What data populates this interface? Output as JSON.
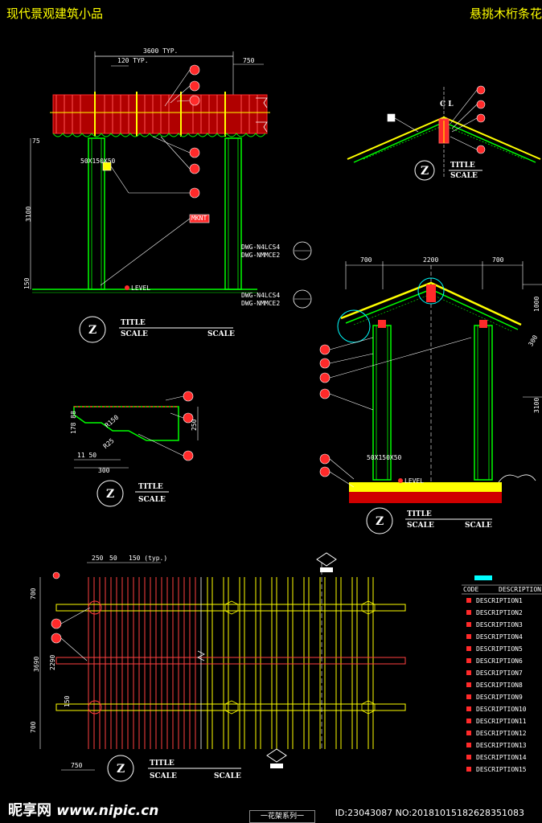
{
  "header": {
    "left_title": "现代景观建筑小品",
    "right_title": "悬挑木桁条花"
  },
  "elevation1": {
    "dim_top": "3600 TYP.",
    "dim_spacing": "120 TYP.",
    "dim_cant": "750",
    "dim_height": "3100",
    "dim_base": "150",
    "dim_side": "75",
    "dim_post": "50X150X50",
    "mark_label": "MKNT",
    "level_label": "LEVEL",
    "title": "TITLE",
    "scale": "SCALE",
    "scale2": "SCALE",
    "sym": "Z"
  },
  "roofdetail": {
    "title": "TITLE",
    "scale": "SCALE",
    "sym": "Z",
    "cl": "C L"
  },
  "section": {
    "dim_700a": "700",
    "dim_2200": "2200",
    "dim_700b": "700",
    "ref1a": "DWG-N4LCS4",
    "ref1b": "DWG-NMMCE2",
    "ref2a": "DWG-N4LCS4",
    "ref2b": "DWG-NMMCE2",
    "dim_post": "50X150X50",
    "level_label": "LEVEL",
    "title": "TITLE",
    "scale": "SCALE",
    "scale2": "SCALE",
    "sym": "Z",
    "side_1000": "1000",
    "side_300": "300",
    "side_3100": "3100"
  },
  "beamdetail": {
    "dim_250": "250",
    "dim_300": "300",
    "dim_1150": "11 50",
    "dim_178": "178 88",
    "dim_r": "R150",
    "dim_r2": "R25",
    "title": "TITLE",
    "scale": "SCALE",
    "sym": "Z"
  },
  "plan": {
    "dim_250": "250",
    "dim_50": "50",
    "dim_150": "150 (typ.)",
    "dim_700a": "700",
    "dim_2290": "2290",
    "dim_3690": "3690",
    "dim_700b": "700",
    "dim_750": "750",
    "dim_150v": "150",
    "title": "TITLE",
    "scale": "SCALE",
    "scale2": "SCALE",
    "sym": "Z"
  },
  "legend": {
    "head1": "CODE",
    "head2": "DESCRIPTION",
    "rows": [
      "DESCRIPTION1",
      "DESCRIPTION2",
      "DESCRIPTION3",
      "DESCRIPTION4",
      "DESCRIPTION5",
      "DESCRIPTION6",
      "DESCRIPTION7",
      "DESCRIPTION8",
      "DESCRIPTION9",
      "DESCRIPTION10",
      "DESCRIPTION11",
      "DESCRIPTION12",
      "DESCRIPTION13",
      "DESCRIPTION14",
      "DESCRIPTION15"
    ]
  },
  "footer": {
    "watermark": "昵享网",
    "url": "www.nipic.cn",
    "id": "ID:23043087 NO:20181015182628351083",
    "series": "一花架系列一"
  },
  "colors": {
    "red": "#ff2a2a",
    "yellow": "#ffff00",
    "green": "#00ff00",
    "cyan": "#00ffff",
    "white": "#ffffff"
  }
}
